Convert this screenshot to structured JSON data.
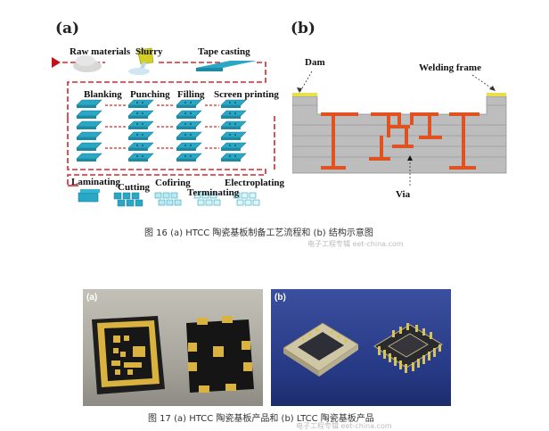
{
  "figure16": {
    "panel_a": {
      "label": "(a)",
      "steps_top": [
        "Raw materials",
        "Slurry",
        "Tape casting"
      ],
      "steps_mid": [
        "Blanking",
        "Punching",
        "Filling",
        "Screen printing"
      ],
      "steps_bottom": [
        "Laminating",
        "Cutting",
        "Cofiring",
        "Terminating",
        "Electroplating"
      ]
    },
    "panel_b": {
      "label": "(b)",
      "dam": "Dam",
      "welding_frame": "Welding frame",
      "via": "Via"
    },
    "caption": "图 16 (a) HTCC 陶瓷基板制备工艺流程和 (b) 结构示意图",
    "watermark": "电子工程专辑 eet-china.com"
  },
  "figure17": {
    "panel_a_label": "(a)",
    "panel_b_label": "(b)",
    "caption": "图 17 (a) HTCC 陶瓷基板产品和 (b) LTCC 陶瓷基板产品",
    "watermark": "电子工程专辑 eet-china.com"
  },
  "colors": {
    "flow_line": "#d9262b",
    "tile": "#27a6c2",
    "ceramic": "#bfbfbf",
    "metal": "#e0521f",
    "gold": "#e8e04a",
    "photo_blue": "#2b3f8c"
  }
}
